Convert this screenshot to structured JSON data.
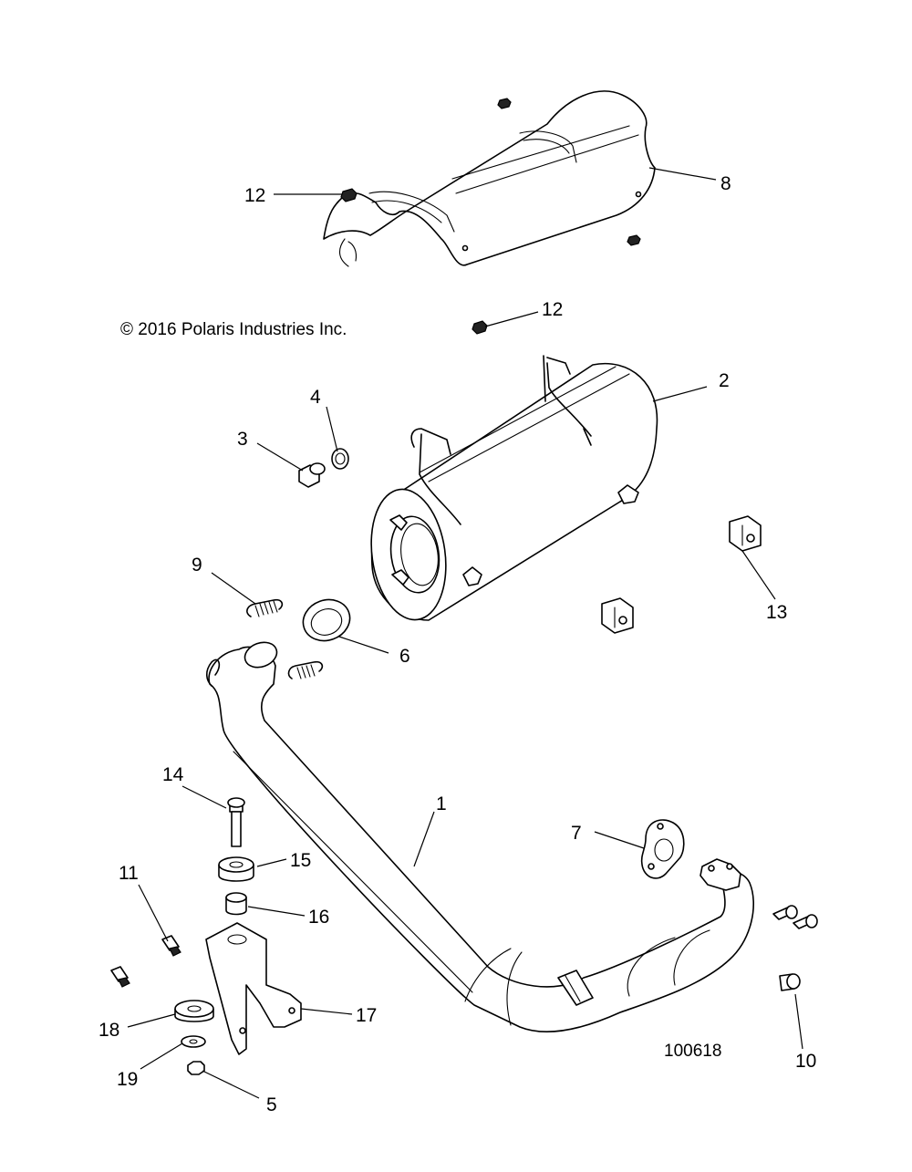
{
  "copyright": "© 2016 Polaris Industries Inc.",
  "figure_number": "100618",
  "callouts": {
    "c1": "1",
    "c2": "2",
    "c3": "3",
    "c4": "4",
    "c5": "5",
    "c6": "6",
    "c7": "7",
    "c8": "8",
    "c9": "9",
    "c10": "10",
    "c11": "11",
    "c12a": "12",
    "c12b": "12",
    "c13": "13",
    "c14": "14",
    "c15": "15",
    "c16": "16",
    "c17": "17",
    "c18": "18",
    "c19": "19"
  }
}
